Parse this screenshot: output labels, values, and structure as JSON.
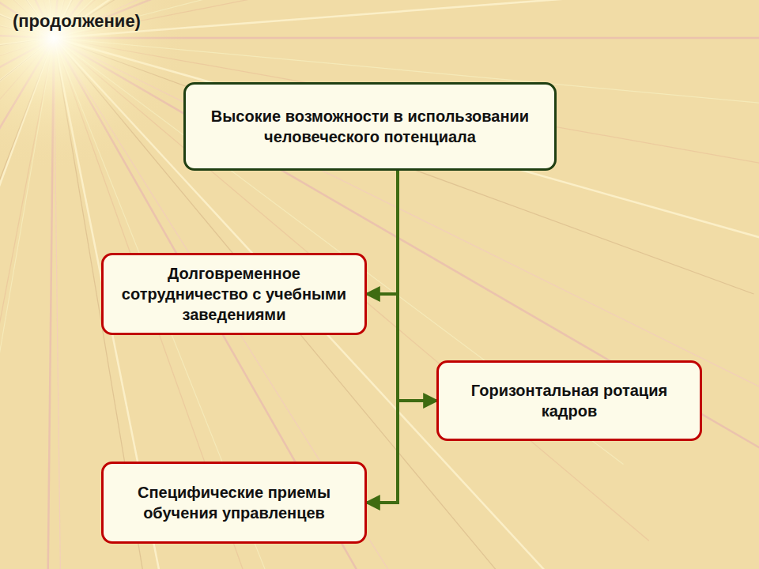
{
  "diagram": {
    "title": "(продолжение)",
    "nodes": [
      {
        "text": [
          "Высокие возможности в использовании человеческого потенциала"
        ]
      },
      {
        "text": [
          "Долговременное сотрудничество с учебными заведениями"
        ]
      },
      {
        "text": [
          "Горизонтальная ротация кадров"
        ]
      },
      {
        "text": [
          "Специфические приемы обучения управленцев"
        ]
      }
    ],
    "edges": [
      {
        "from": 0,
        "to": 1,
        "arrow": "to"
      },
      {
        "from": 0,
        "to": 2,
        "arrow": "to"
      },
      {
        "from": 0,
        "to": 3,
        "arrow": "to"
      }
    ]
  }
}
